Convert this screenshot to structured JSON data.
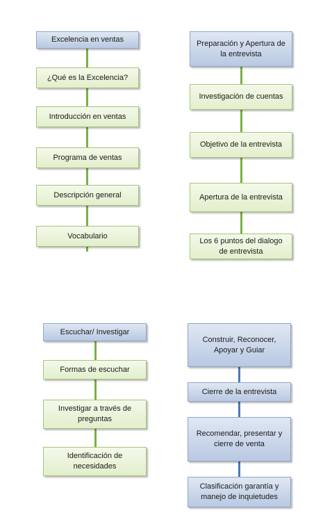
{
  "flows": [
    {
      "id": "flow-1",
      "header": "Excelencia en ventas",
      "steps": [
        "¿Qué es la Excelencia?",
        "Introducción en ventas",
        "Programa de ventas",
        "Descripción general",
        "Vocabulario"
      ]
    },
    {
      "id": "flow-2",
      "header": "Preparación  y Apertura de la entrevista",
      "steps": [
        "Investigación de cuentas",
        "Objetivo de la entrevista",
        "Apertura de la entrevista",
        "Los 6 puntos del dialogo de entrevista"
      ]
    },
    {
      "id": "flow-3",
      "header": "Escuchar/ Investigar",
      "steps": [
        "Formas de escuchar",
        "Investigar a través de preguntas",
        "Identificación de necesidades"
      ]
    },
    {
      "id": "flow-4",
      "header": "Construir, Reconocer, Apoyar y Guiar",
      "steps": [
        "Cierre de la entrevista",
        "Recomendar, presentar y cierre de venta",
        "Clasificación garantía y manejo de inquietudes"
      ]
    }
  ],
  "colors": {
    "header_fill": "#c9d6ea",
    "step_fill": "#ebf3dd",
    "green_connector": "#7ab043",
    "blue_connector": "#4a7ab8"
  }
}
